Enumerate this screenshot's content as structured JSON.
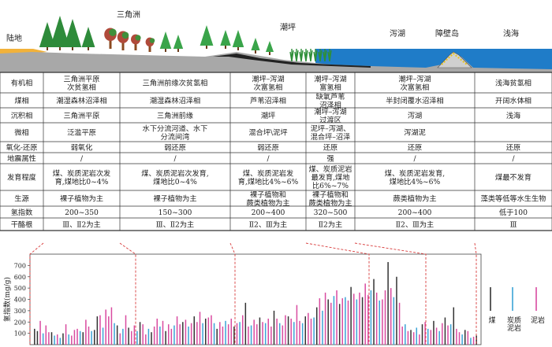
{
  "zones": [
    "陆地",
    "三角洲",
    "潮坪",
    "泻湖",
    "障壁岛",
    "浅海"
  ],
  "row_headers": [
    "有机相",
    "煤相",
    "沉积相",
    "微相",
    "氧化-还原",
    "地震属性",
    "发育程度",
    "生源",
    "氢指数",
    "干酪根"
  ],
  "rows": [
    [
      "三角洲平原\n次贫氢相",
      "三角洲前缘次贫氢相",
      "潮坪–泻湖\n次富氢相",
      "潮坪–泻湖\n富氢相",
      "潮坪–泻湖\n次富氢相",
      "浅海贫氢相"
    ],
    [
      "潮湿森林沼泽相",
      "潮湿森林沼泽相",
      "芦苇沼泽相",
      "缺氧芦苇\n沼泽相",
      "半封闭覆水沼泽相",
      "开阔水体相"
    ],
    [
      "三角洲平原",
      "三角洲前缘",
      "潮坪",
      "潮坪–泻湖\n过渡区",
      "泻湖",
      "浅海"
    ],
    [
      "泛滥平原",
      "水下分流河道、水下\n分流间湾",
      "混合坪\\泥坪",
      "泥坪–泻湖、\n混合坪–沼泽",
      "泻湖泥",
      ""
    ],
    [
      "弱氧化",
      "弱还原",
      "弱还原",
      "还原",
      "还原",
      "还原"
    ],
    [
      "/",
      "/",
      "/",
      "强",
      "/",
      "/"
    ],
    [
      "煤、炭质泥岩次发\n育,煤地比0~4%",
      "煤、炭质泥岩次发育,\n煤地比0~4%",
      "煤、炭质泥岩发\n育,煤地比4%~6%",
      "煤、炭质泥岩\n最发育,煤地\n比6%~7%",
      "煤、炭质泥岩发育,\n煤地比4%~6%",
      "煤最不发育"
    ],
    [
      "裸子植物为主",
      "裸子植物为主",
      "裸子植物和\n蕨类植物为主",
      "裸子植物和\n蕨类植物为主",
      "蕨类植物为主",
      "藻类等低等水生生物"
    ],
    [
      "200~350",
      "150~300",
      "200~400",
      "320~500",
      "200~400",
      "低于100"
    ],
    [
      "Ⅲ、Ⅱ2为主",
      "Ⅲ、Ⅱ2为主",
      "Ⅱ2、Ⅲ为主",
      "Ⅱ2为主",
      "Ⅱ2、Ⅲ为主",
      "Ⅲ"
    ]
  ],
  "chart_data": {
    "type": "bar",
    "ylabel": "氢指数(mg/g)",
    "yticks": [
      100,
      200,
      300,
      400,
      500,
      600,
      700
    ],
    "ylim": [
      0,
      800
    ],
    "legend": [
      {
        "name": "煤",
        "color": "#333333"
      },
      {
        "name": "炭质\n泥岩",
        "color": "#3ba3d6"
      },
      {
        "name": "泥岩",
        "color": "#d94ba0"
      }
    ],
    "bars": [
      [
        0,
        140
      ],
      [
        0,
        120
      ],
      [
        2,
        210
      ],
      [
        1,
        100
      ],
      [
        2,
        170
      ],
      [
        2,
        110
      ],
      [
        0,
        110
      ],
      [
        1,
        80
      ],
      [
        2,
        90
      ],
      [
        1,
        60
      ],
      [
        0,
        100
      ],
      [
        2,
        180
      ],
      [
        1,
        90
      ],
      [
        2,
        80
      ],
      [
        2,
        130
      ],
      [
        2,
        140
      ],
      [
        1,
        120
      ],
      [
        0,
        110
      ],
      [
        2,
        220
      ],
      [
        2,
        160
      ],
      [
        1,
        120
      ],
      [
        0,
        130
      ],
      [
        0,
        250
      ],
      [
        2,
        260
      ],
      [
        1,
        150
      ],
      [
        2,
        310
      ],
      [
        2,
        250
      ],
      [
        2,
        330
      ],
      [
        1,
        190
      ],
      [
        0,
        170
      ],
      [
        2,
        100
      ],
      [
        1,
        140
      ],
      [
        2,
        260
      ],
      [
        0,
        150
      ],
      [
        2,
        120
      ],
      [
        2,
        170
      ],
      [
        1,
        120
      ],
      [
        0,
        200
      ],
      [
        2,
        180
      ],
      [
        2,
        90
      ],
      [
        1,
        140
      ],
      [
        0,
        110
      ],
      [
        2,
        160
      ],
      [
        2,
        230
      ],
      [
        1,
        160
      ],
      [
        2,
        210
      ],
      [
        0,
        120
      ],
      [
        2,
        180
      ],
      [
        2,
        140
      ],
      [
        1,
        170
      ],
      [
        2,
        250
      ],
      [
        2,
        180
      ],
      [
        0,
        200
      ],
      [
        2,
        220
      ],
      [
        1,
        160
      ],
      [
        2,
        190
      ],
      [
        0,
        250
      ],
      [
        2,
        200
      ],
      [
        2,
        290
      ],
      [
        1,
        190
      ],
      [
        0,
        230
      ],
      [
        2,
        240
      ],
      [
        2,
        260
      ],
      [
        1,
        190
      ],
      [
        0,
        140
      ],
      [
        2,
        200
      ],
      [
        2,
        160
      ],
      [
        1,
        210
      ],
      [
        2,
        180
      ],
      [
        2,
        230
      ],
      [
        0,
        160
      ],
      [
        2,
        190
      ],
      [
        1,
        200
      ],
      [
        2,
        260
      ],
      [
        0,
        370
      ],
      [
        2,
        160
      ],
      [
        1,
        170
      ],
      [
        2,
        220
      ],
      [
        2,
        180
      ],
      [
        0,
        240
      ],
      [
        2,
        200
      ],
      [
        1,
        190
      ],
      [
        2,
        230
      ],
      [
        2,
        160
      ],
      [
        0,
        300
      ],
      [
        2,
        230
      ],
      [
        1,
        190
      ],
      [
        2,
        170
      ],
      [
        2,
        260
      ],
      [
        0,
        250
      ],
      [
        2,
        230
      ],
      [
        1,
        200
      ],
      [
        2,
        350
      ],
      [
        2,
        210
      ],
      [
        1,
        190
      ],
      [
        0,
        250
      ],
      [
        2,
        280
      ],
      [
        2,
        230
      ],
      [
        1,
        240
      ],
      [
        0,
        330
      ],
      [
        2,
        410
      ],
      [
        1,
        300
      ],
      [
        2,
        460
      ],
      [
        0,
        400
      ],
      [
        2,
        370
      ],
      [
        1,
        430
      ],
      [
        2,
        480
      ],
      [
        0,
        360
      ],
      [
        2,
        410
      ],
      [
        1,
        420
      ],
      [
        2,
        390
      ],
      [
        0,
        510
      ],
      [
        2,
        450
      ],
      [
        1,
        400
      ],
      [
        2,
        460
      ],
      [
        0,
        420
      ],
      [
        2,
        540
      ],
      [
        2,
        440
      ],
      [
        1,
        480
      ],
      [
        0,
        580
      ],
      [
        2,
        460
      ],
      [
        1,
        390
      ],
      [
        2,
        400
      ],
      [
        2,
        480
      ],
      [
        0,
        730
      ],
      [
        2,
        500
      ],
      [
        1,
        420
      ],
      [
        0,
        600
      ],
      [
        2,
        370
      ],
      [
        2,
        160
      ],
      [
        1,
        180
      ],
      [
        2,
        120
      ],
      [
        0,
        130
      ],
      [
        2,
        110
      ],
      [
        1,
        150
      ],
      [
        2,
        90
      ],
      [
        0,
        180
      ],
      [
        2,
        200
      ],
      [
        1,
        140
      ],
      [
        2,
        130
      ],
      [
        0,
        210
      ],
      [
        2,
        150
      ],
      [
        1,
        120
      ],
      [
        2,
        190
      ],
      [
        0,
        240
      ],
      [
        2,
        170
      ],
      [
        1,
        180
      ],
      [
        0,
        330
      ],
      [
        2,
        140
      ],
      [
        2,
        110
      ],
      [
        1,
        90
      ],
      [
        0,
        130
      ],
      [
        2,
        120
      ],
      [
        1,
        60
      ],
      [
        2,
        70
      ],
      [
        0,
        80
      ]
    ]
  }
}
